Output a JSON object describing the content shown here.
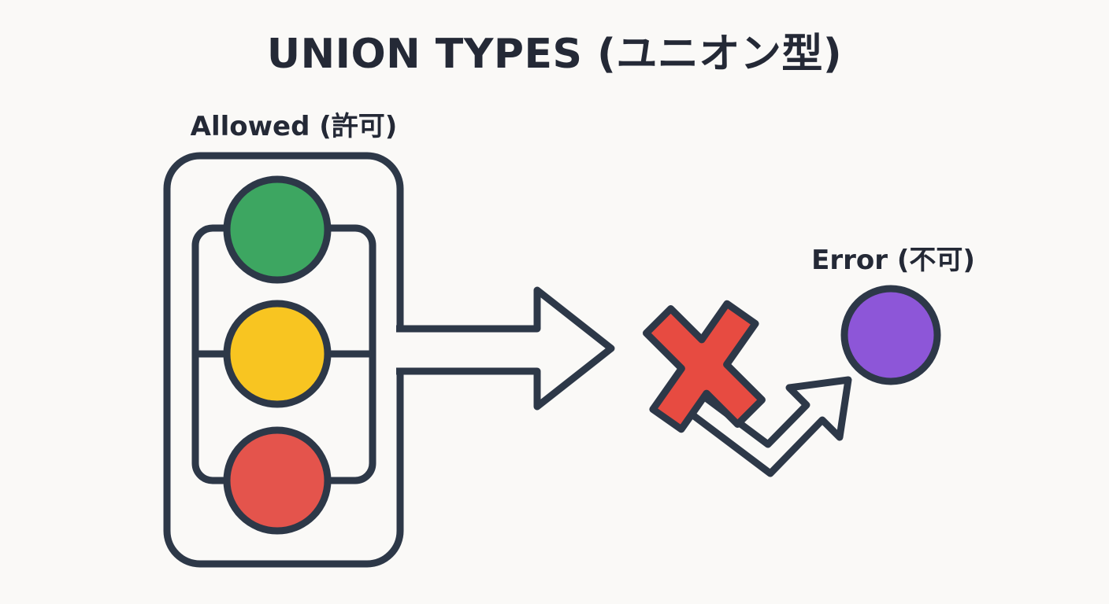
{
  "title": "UNION TYPES (ユニオン型)",
  "labels": {
    "allowed": "Allowed (許可)",
    "error": "Error (不可)"
  },
  "traffic_light": {
    "lights": [
      {
        "name": "green-light",
        "color": "#3da661"
      },
      {
        "name": "yellow-light",
        "color": "#f8c521"
      },
      {
        "name": "red-light",
        "color": "#e4544c"
      }
    ]
  },
  "error_node": {
    "color": "#8d56d8"
  },
  "colors": {
    "background": "#faf9f7",
    "outline": "#2d3848",
    "text": "#242936",
    "green": "#3da661",
    "yellow": "#f8c521",
    "red": "#e4544c",
    "cross": "#e74b41",
    "purple": "#8d56d8"
  }
}
